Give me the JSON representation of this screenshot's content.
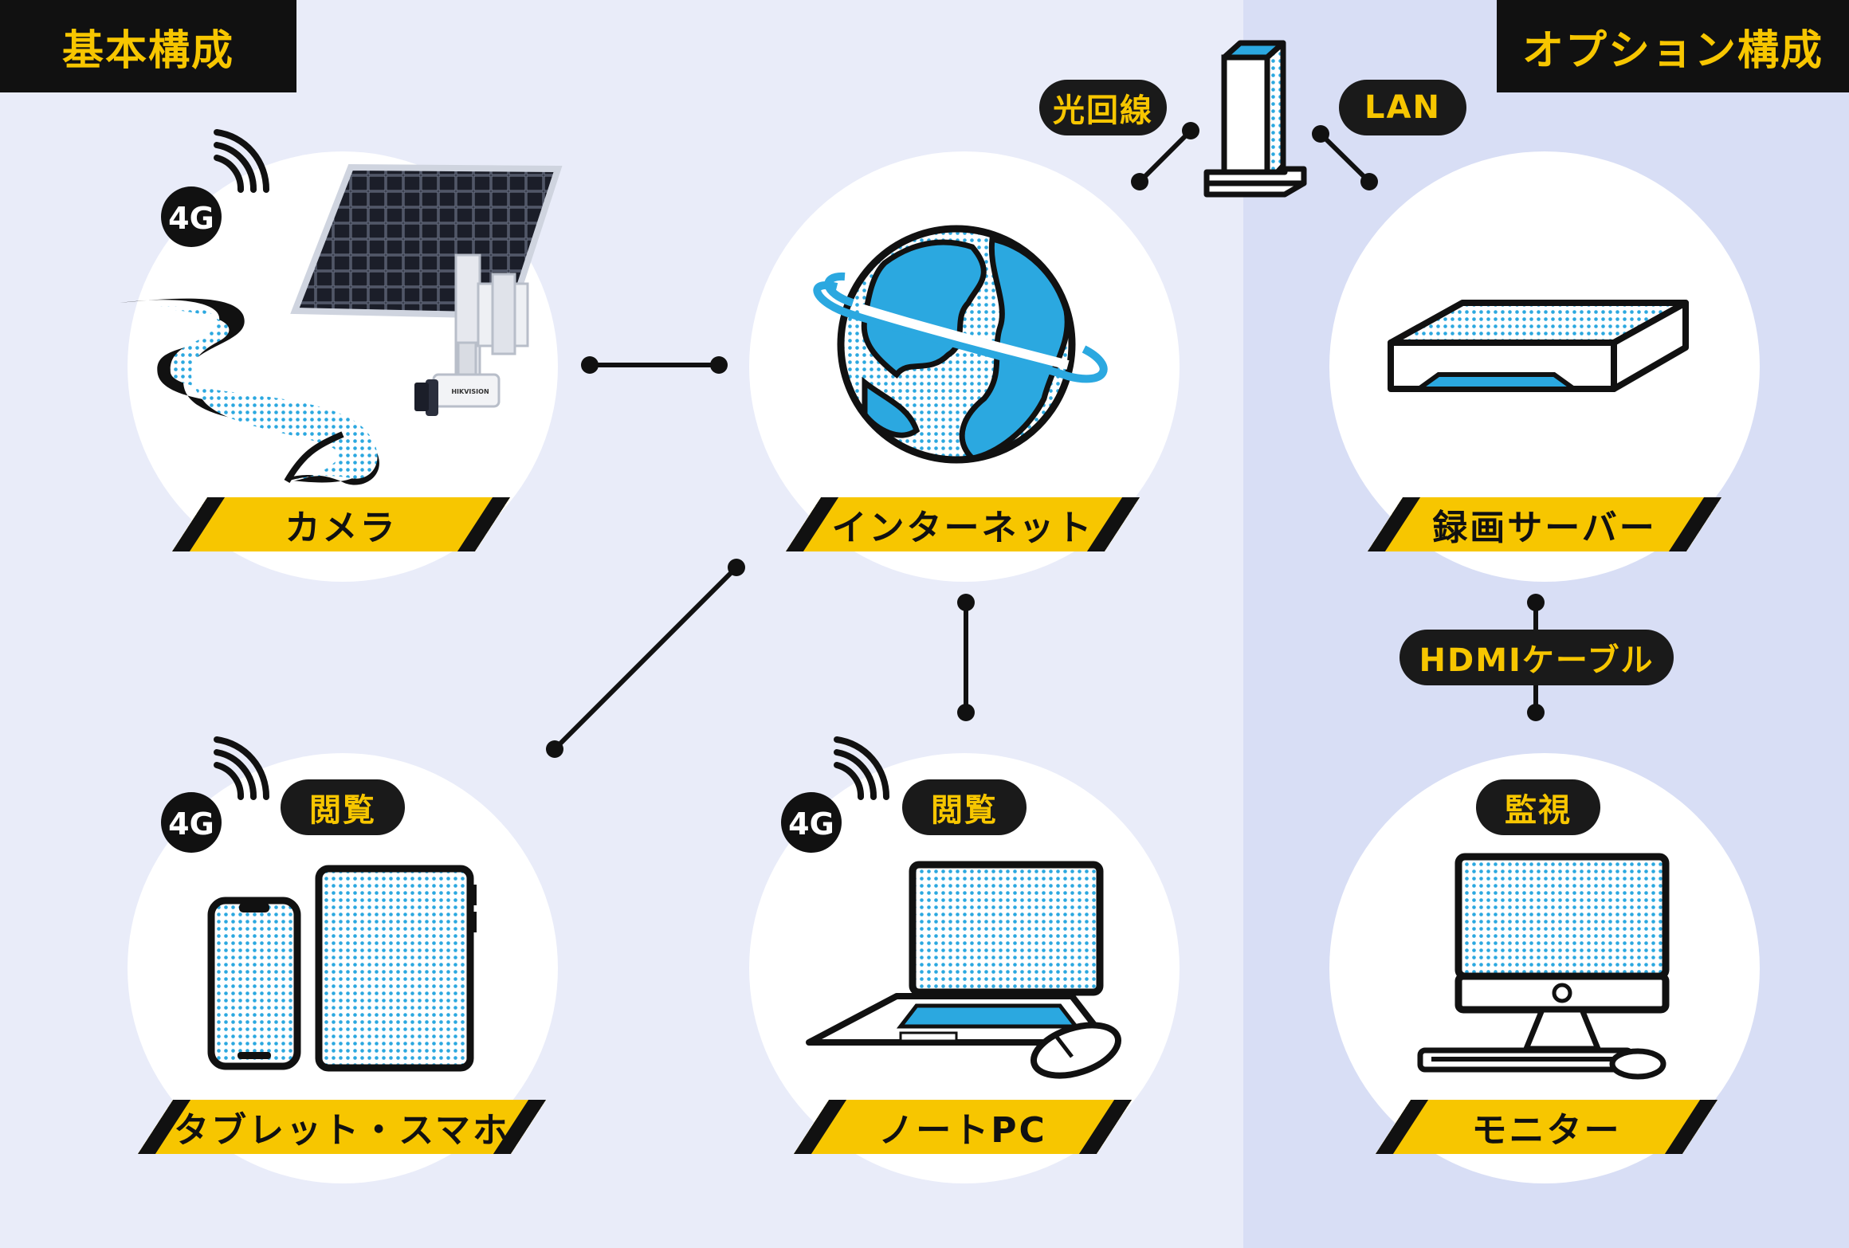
{
  "sections": {
    "basic": "基本構成",
    "option": "オプション構成"
  },
  "nodes": {
    "camera": "カメラ",
    "internet": "インターネット",
    "recorder": "録画サーバー",
    "tablet": "タブレット・スマホ",
    "laptop": "ノートPC",
    "monitor": "モニター"
  },
  "pills": {
    "fiber": "光回線",
    "lan": "LAN",
    "hdmi": "HDMIケーブル",
    "view_tablet": "閲覧",
    "view_laptop": "閲覧",
    "watch_monitor": "監視"
  },
  "badges": {
    "camera": "4G",
    "tablet": "4G",
    "laptop": "4G"
  },
  "camera_brand": "HIKVISION",
  "colors": {
    "accent": "#f7c600",
    "blue": "#2ba8e0",
    "ink": "#111111",
    "panel": "#d8def5",
    "bg": "#e9ecf9"
  }
}
